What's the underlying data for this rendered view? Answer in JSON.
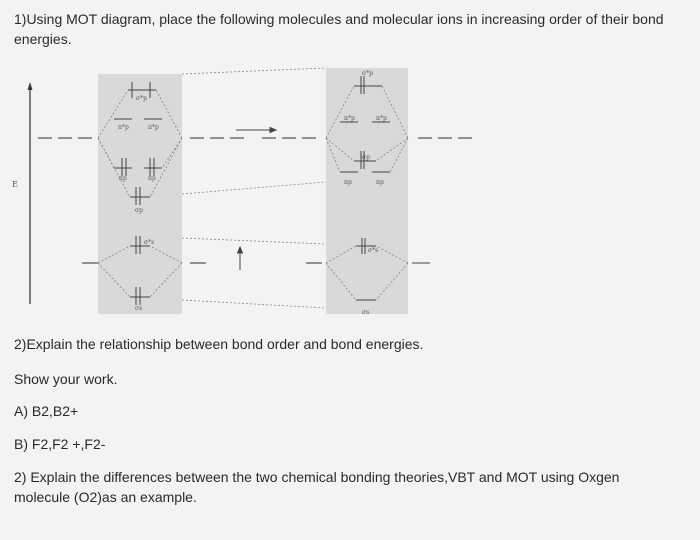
{
  "question1": "1)Using MOT diagram, place the following molecules and molecular ions in increasing order of their bond energies.",
  "diagram": {
    "energy_axis_label": "E",
    "orbitals": {
      "sigma_2p_star": "σ*p",
      "pi_2p_star": "π*p",
      "pi_2p": "πp",
      "sigma_2p": "σp",
      "sigma_2s_star": "σ*s",
      "sigma_2s": "σs"
    }
  },
  "question2": "2)Explain the relationship between bond order and bond energies.",
  "show_work": "Show your work.",
  "part_a": "A) B2,B2+",
  "part_b": "B) F2,F2 +,F2-",
  "question3": "2) Explain the differences between the two chemical bonding theories,VBT and MOT using Oxgen molecule (O2)as an example."
}
